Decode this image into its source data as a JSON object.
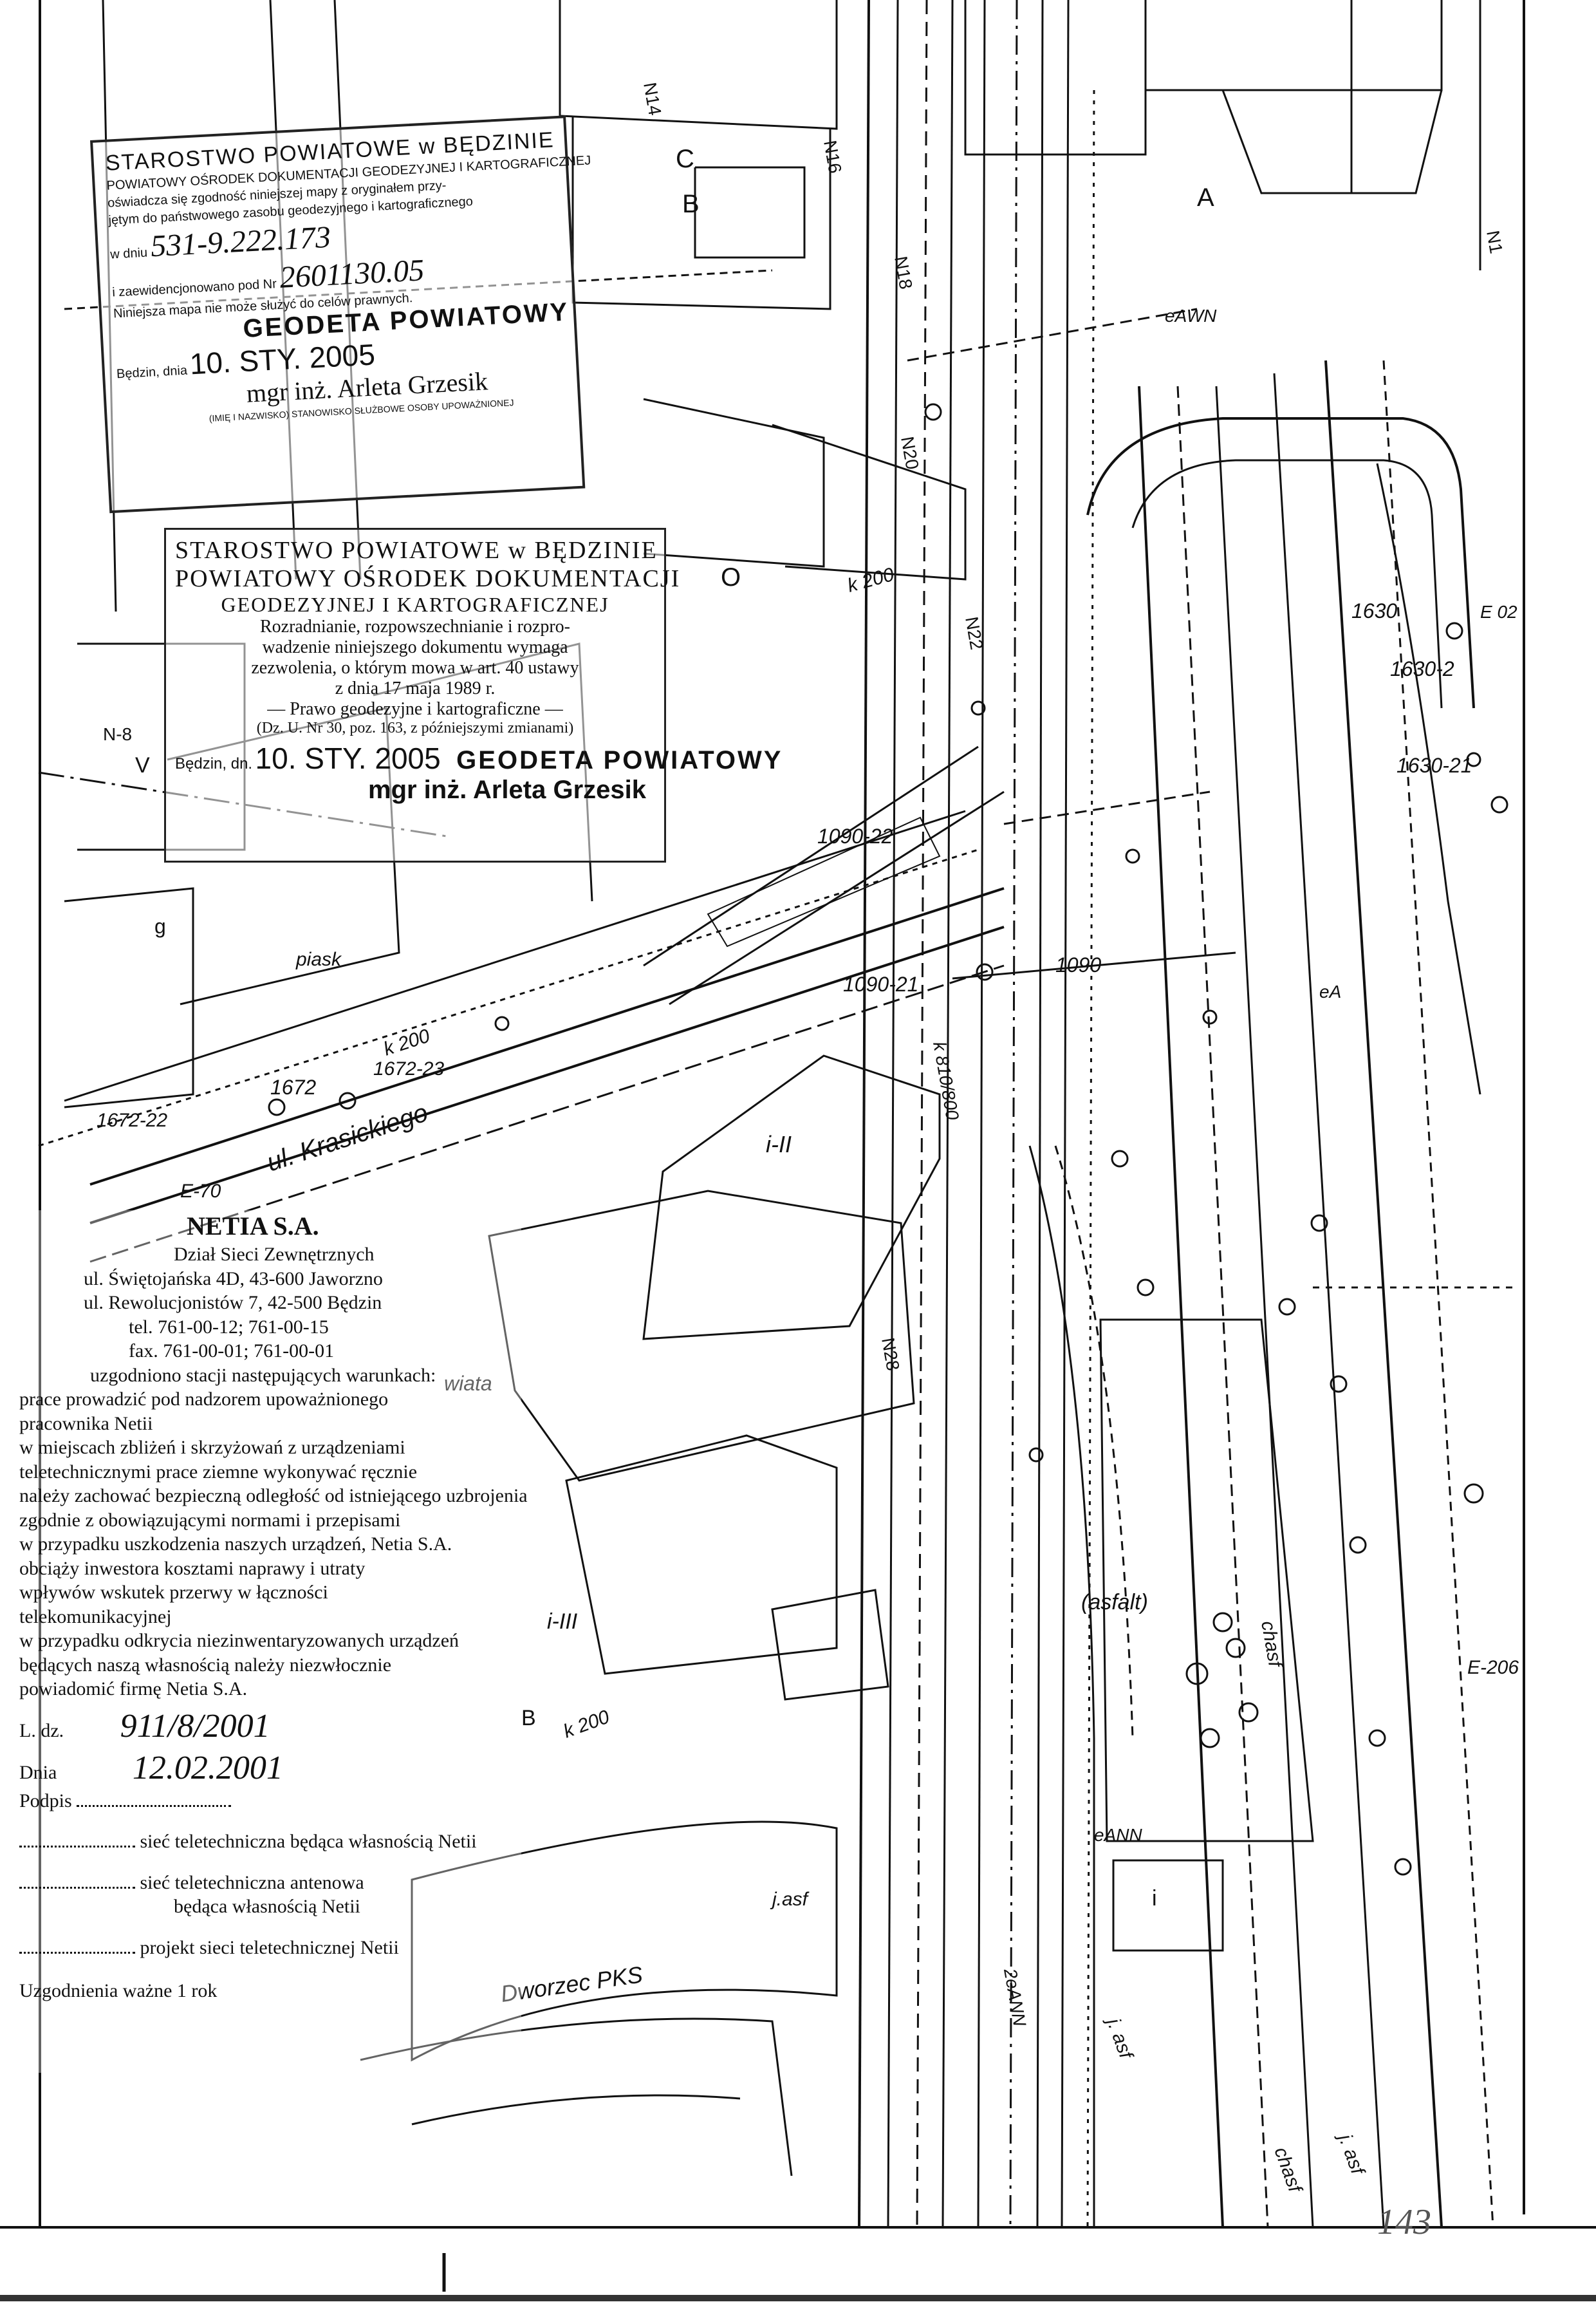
{
  "map": {
    "street_label": "ul. Krasickiego",
    "bus_station_label": "Dworzec PKS",
    "surface_label": "(asfalt)",
    "letters": {
      "s1": "C",
      "s2": "B",
      "s3": "A",
      "s4": "O",
      "s5": "g",
      "s6": "piask",
      "s7": "i-II",
      "s8": "i-III",
      "s9": "wiata",
      "s10": "i",
      "s11": "k",
      "s12": "V",
      "s13": "B"
    },
    "labels": {
      "n14": "N14",
      "n16": "N16",
      "n18": "N18",
      "n20": "N20",
      "n22": "N22",
      "n28": "N28",
      "n1": "N1",
      "n8": "N-8",
      "k200a": "k 200",
      "k200b": "k 200",
      "k200c": "k 200",
      "r1630": "1630",
      "r1630_2": "1630-2",
      "r1630_21": "1630-21",
      "r1090": "1090",
      "r1090_21": "1090-21",
      "r1090_22": "1090-22",
      "r1672": "1672",
      "r1672_23": "1672-23",
      "r1672_22": "1672-22",
      "e70": "E-70",
      "e206": "E-206",
      "e02": "E 02",
      "eAWN": "eAWN",
      "eANN": "eANN",
      "zeANN": "2eANN",
      "chasf1": "chasf",
      "chasf2": "chasf",
      "jasf1": "j.asf",
      "jasf2": "j. asf",
      "jasf3": "j. asf",
      "kbet": "k 810/800",
      "cfA": "eA"
    }
  },
  "stamp1": {
    "title": "STAROSTWO POWIATOWE w BĘDZINIE",
    "line1": "POWIATOWY OŚRODEK DOKUMENTACJI GEODEZYJNEJ I KARTOGRAFICZNEJ",
    "line2": "oświadcza się zgodność niniejszej mapy z oryginałem przy-",
    "line3": "jętym do państwowego zasobu geodezyjnego i kartograficznego",
    "line4_label": "w dniu",
    "line4_value": "531-9.222.173",
    "line5_label": "i zaewidencjonowano pod Nr",
    "line5_value": "2601130.05",
    "line6": "Niniejsza mapa nie może służyć do celów prawnych.",
    "stamp_big": "GEODETA POWIATOWY",
    "place_label": "Będzin, dnia",
    "date": "10. STY. 2005",
    "sign_name": "mgr inż. Arleta Grzesik",
    "small": "(IMIĘ I NAZWISKO) STANOWISKO SŁUŻBOWE OSOBY UPOWAŻNIONEJ"
  },
  "stamp2": {
    "title": "STAROSTWO POWIATOWE w BĘDZINIE",
    "line1": "POWIATOWY OŚRODEK DOKUMENTACJI",
    "line2": "GEODEZYJNEJ I KARTOGRAFICZNEJ",
    "line3": "Rozradnianie, rozpowszechnianie i rozpro-",
    "line4": "wadzenie niniejszego dokumentu wymaga",
    "line5": "zezwolenia, o którym mowa w art. 40 ustawy",
    "line6": "z dnia 17 maja 1989 r.",
    "line7": "— Prawo geodezyjne i kartograficzne —",
    "line8": "(Dz. U. Nr 30, poz. 163, z późniejszymi zmianami)",
    "stamp_big": "GEODETA POWIATOWY",
    "place_label": "Będzin, dn.",
    "date": "10. STY. 2005",
    "sign_name": "mgr inż. Arleta Grzesik"
  },
  "netia": {
    "company": "NETIA S.A.",
    "dept": "Dział Sieci Zewnętrznych",
    "addr1": "ul. Świętojańska 4D, 43-600 Jaworzno",
    "addr2": "ul. Rewolucjonistów 7, 42-500 Będzin",
    "tel": "tel. 761-00-12; 761-00-15",
    "fax": "fax. 761-00-01; 761-00-01",
    "cond_title": "uzgodniono stacji następujących warunkach:",
    "c1": "prace prowadzić pod nadzorem upoważnionego",
    "c2": "pracownika Netii",
    "c3": "w miejscach zbliżeń i skrzyżowań z urządzeniami",
    "c4": "teletechnicznymi prace ziemne wykonywać ręcznie",
    "c5": "należy zachować bezpieczną odległość od istniejącego uzbrojenia",
    "c6": "zgodnie z obowiązującymi normami i przepisami",
    "c7": "w przypadku uszkodzenia naszych urządzeń, Netia S.A.",
    "c8": "obciąży inwestora kosztami naprawy i utraty",
    "c9": "wpływów wskutek przerwy w łączności",
    "c10": "telekomunikacyjnej",
    "c11": "w przypadku odkrycia niezinwentaryzowanych urządzeń",
    "c12": "będących naszą własnością należy niezwłocznie",
    "c13": "powiadomić firmę Netia S.A.",
    "ldz_label": "L. dz.",
    "ldz_value": "911/8/2001",
    "dnia_label": "Dnia",
    "dnia_value": "12.02.2001",
    "podpis_label": "Podpis",
    "leg1": "sieć teletechniczna będąca własnością Netii",
    "leg2": "sieć teletechniczna antenowa",
    "leg3": "będąca własnością Netii",
    "leg4": "projekt sieci teletechnicznej Netii",
    "footer": "Uzgodnienia ważne 1 rok"
  },
  "page_number": "143"
}
